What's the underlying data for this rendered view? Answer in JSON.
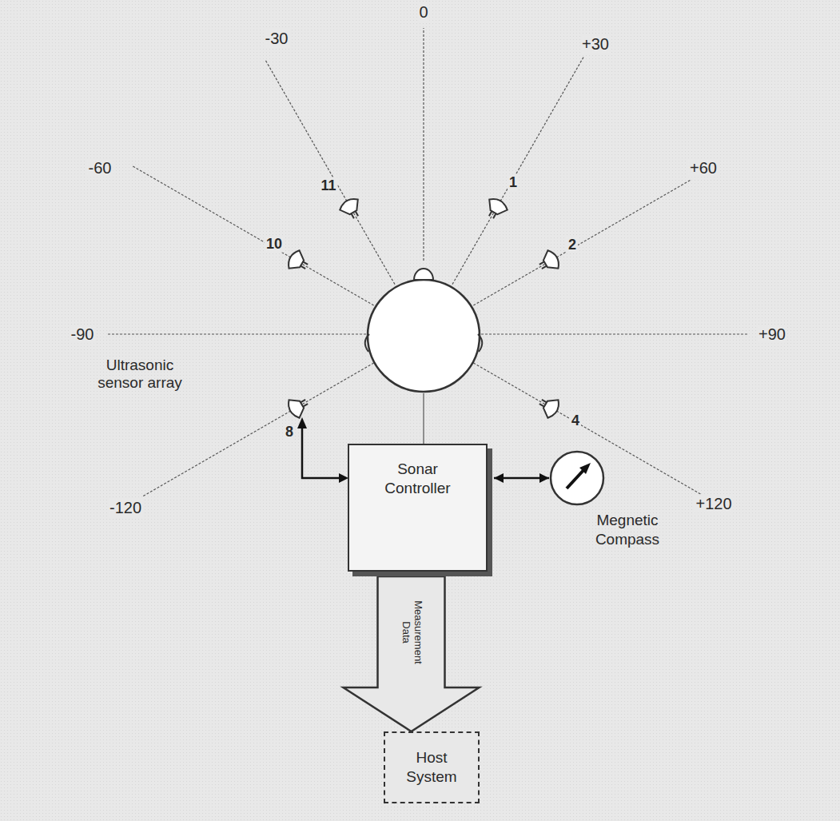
{
  "diagram": {
    "nodes": [
      {
        "text": [
          "Sonar Controller"
        ]
      },
      {
        "text": [
          "Megnetic Compass"
        ]
      },
      {
        "text": [
          "Host System"
        ]
      }
    ],
    "edges": [
      {
        "from": 0,
        "to": 1,
        "arrow": "both"
      },
      {
        "from": 0,
        "to": 2,
        "label": "Measurement Data",
        "arrow": "to"
      }
    ],
    "labels": [
      "0",
      "+30",
      "+60",
      "+90",
      "+120",
      "-30",
      "-60",
      "-90",
      "-120",
      "1",
      "2",
      "4",
      "8",
      "10",
      "11",
      "Ultrasonic sensor array"
    ]
  }
}
